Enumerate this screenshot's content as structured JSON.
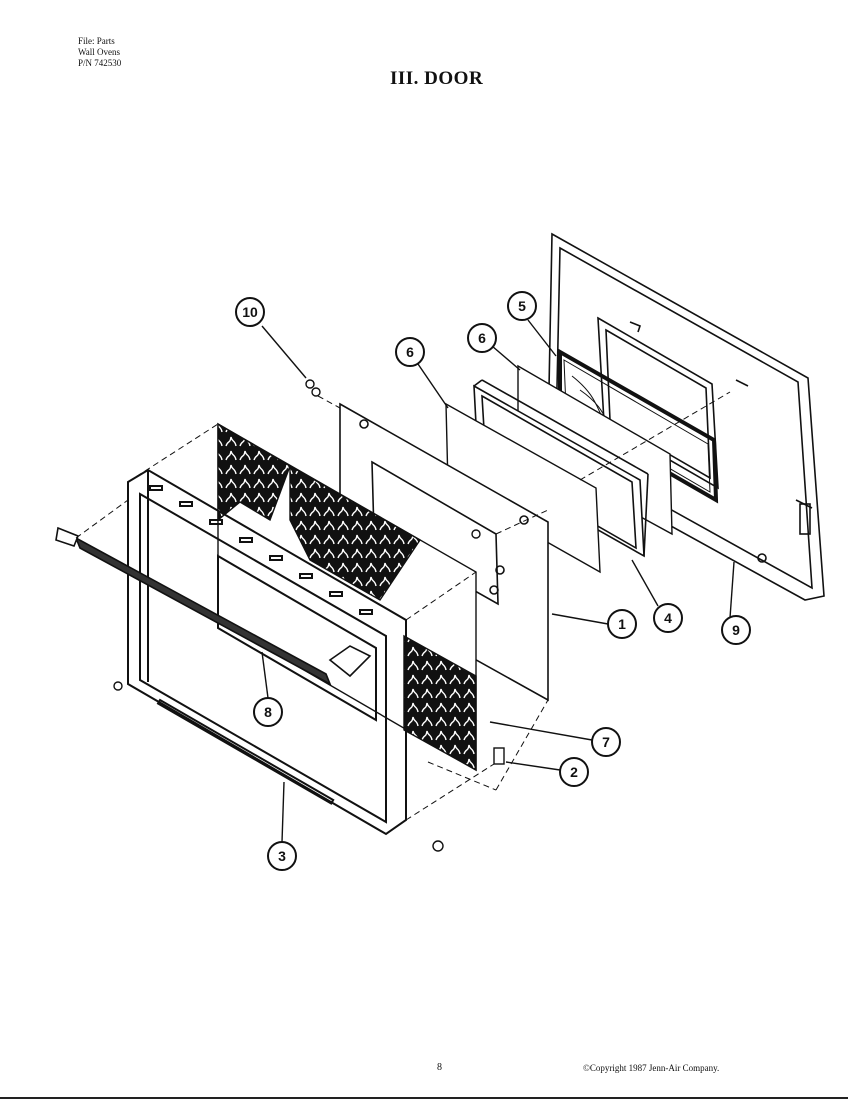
{
  "header": {
    "file_line": "File: Parts",
    "category_line": "Wall Ovens",
    "part_number_line": "P/N 742530"
  },
  "title": "III.  DOOR",
  "callouts": [
    "10",
    "6",
    "6",
    "5",
    "1",
    "4",
    "9",
    "7",
    "2",
    "8",
    "3"
  ],
  "footer": {
    "page_number": "8",
    "copyright": "©Copyright 1987 Jenn-Air Company."
  }
}
